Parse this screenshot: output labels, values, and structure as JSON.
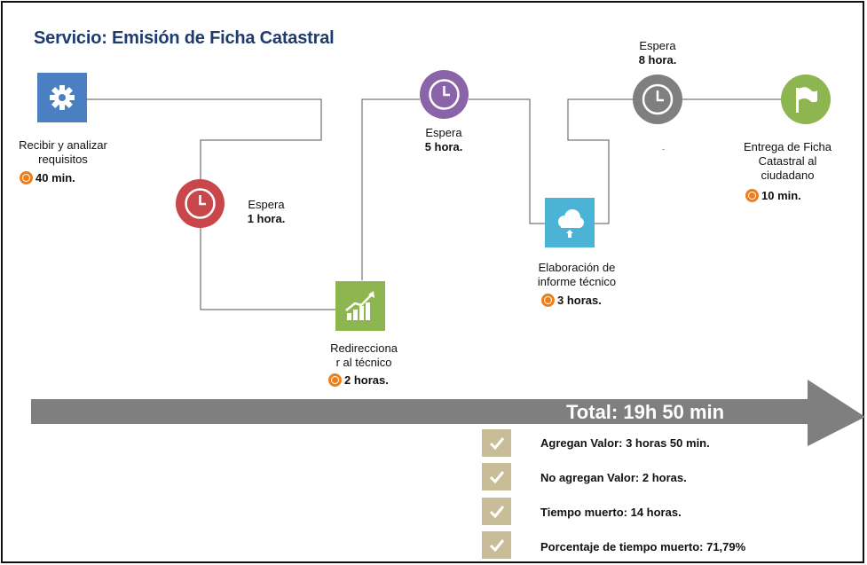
{
  "title": "Servicio: Emisión de Ficha Catastral",
  "steps": [
    {
      "label_lines": [
        "Recibir y analizar",
        "requisitos"
      ],
      "time": "40 min.",
      "icon": "gear-icon",
      "color": "#4a7fc1"
    },
    {
      "label_lines": [
        "Redirecciona",
        "r al técnico"
      ],
      "time": "2 horas.",
      "icon": "chart-icon",
      "color": "#8db550"
    },
    {
      "label_lines": [
        "Elaboración de",
        "informe técnico"
      ],
      "time": "3 horas.",
      "icon": "cloud-upload-icon",
      "color": "#4ab3d6"
    },
    {
      "label_lines": [
        "Entrega de Ficha",
        "Catastral al",
        "ciudadano"
      ],
      "time": "10 min.",
      "icon": "flag-icon",
      "color": "#8db550"
    }
  ],
  "waits": [
    {
      "label": "Espera",
      "time": "1 hora.",
      "color": "#c9474b"
    },
    {
      "label": "Espera",
      "time": "5 hora.",
      "color": "#8a63a8"
    },
    {
      "label": "Espera",
      "time": "8 hora.",
      "color": "#7f7f7f"
    }
  ],
  "stray_mark": "-",
  "total": "Total: 19h 50 min",
  "summary": [
    "Agregan Valor: 3 horas 50 min.",
    "No agregan Valor: 2 horas.",
    "Tiempo muerto: 14 horas.",
    "Porcentaje de tiempo muerto: 71,79%"
  ],
  "colors": {
    "title": "#1f3b6e",
    "timer": "#ee7d1a",
    "arrow": "#7f7f7f",
    "check": "#c8bd96"
  }
}
